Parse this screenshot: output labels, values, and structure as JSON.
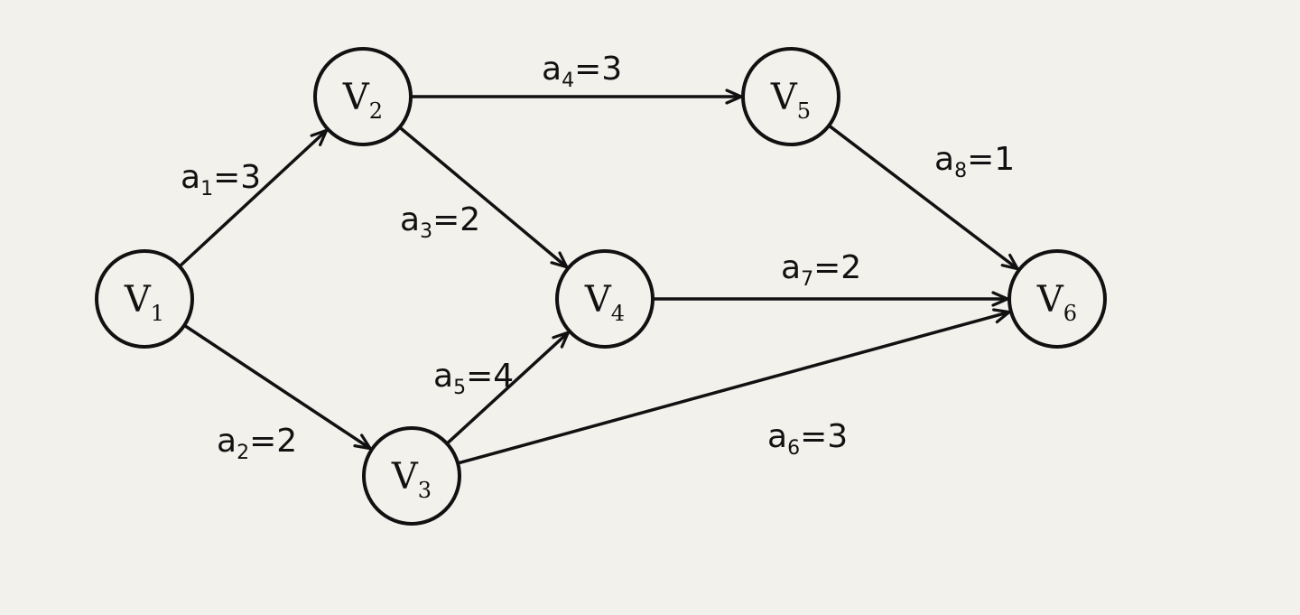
{
  "diagram": {
    "nodes": [
      {
        "id": "v1",
        "name": "V",
        "sub": "1"
      },
      {
        "id": "v2",
        "name": "V",
        "sub": "2"
      },
      {
        "id": "v3",
        "name": "V",
        "sub": "3"
      },
      {
        "id": "v4",
        "name": "V",
        "sub": "4"
      },
      {
        "id": "v5",
        "name": "V",
        "sub": "5"
      },
      {
        "id": "v6",
        "name": "V",
        "sub": "6"
      }
    ],
    "edges": [
      {
        "id": "a1",
        "from": "v1",
        "to": "v2",
        "name": "a",
        "sub": "1",
        "weight": "=3"
      },
      {
        "id": "a2",
        "from": "v1",
        "to": "v3",
        "name": "a",
        "sub": "2",
        "weight": "=2"
      },
      {
        "id": "a3",
        "from": "v2",
        "to": "v4",
        "name": "a",
        "sub": "3",
        "weight": "=2"
      },
      {
        "id": "a4",
        "from": "v2",
        "to": "v5",
        "name": "a",
        "sub": "4",
        "weight": "=3"
      },
      {
        "id": "a5",
        "from": "v3",
        "to": "v4",
        "name": "a",
        "sub": "5",
        "weight": "=4"
      },
      {
        "id": "a6",
        "from": "v3",
        "to": "v6",
        "name": "a",
        "sub": "6",
        "weight": "=3"
      },
      {
        "id": "a7",
        "from": "v4",
        "to": "v6",
        "name": "a",
        "sub": "7",
        "weight": "=2"
      },
      {
        "id": "a8",
        "from": "v5",
        "to": "v6",
        "name": "a",
        "sub": "8",
        "weight": "=1"
      }
    ]
  }
}
